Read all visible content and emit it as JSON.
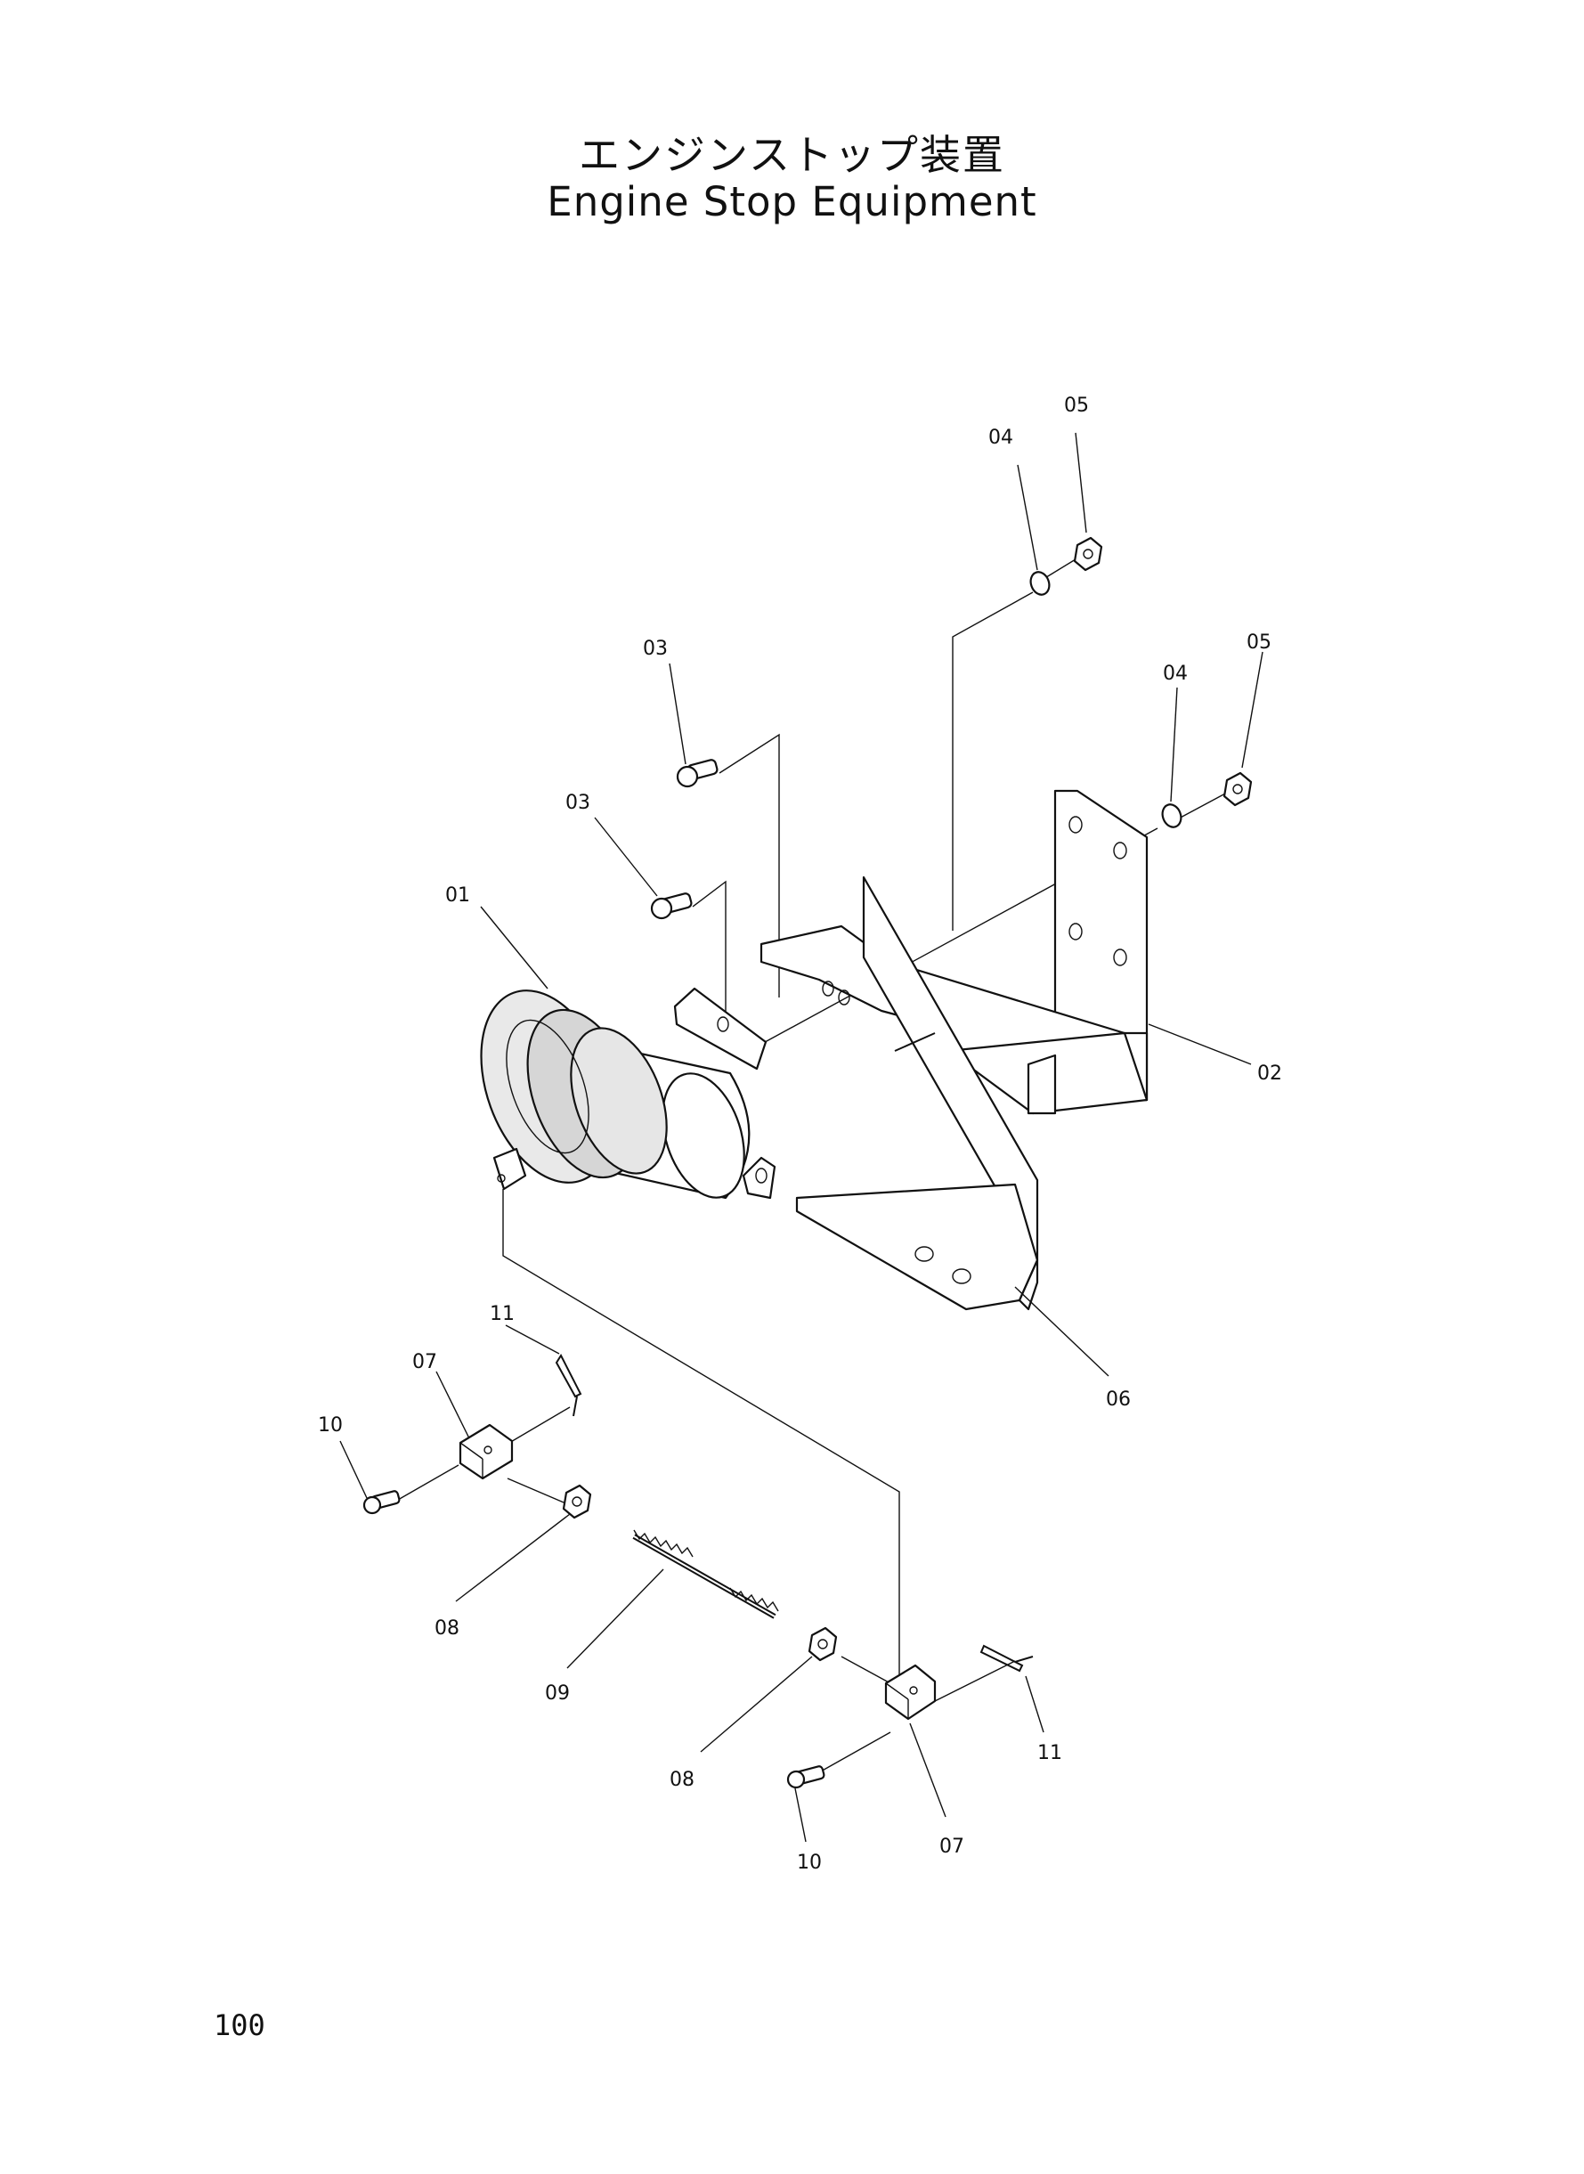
{
  "title": {
    "jp": "エンジンストップ装置",
    "en": "Engine Stop Equipment"
  },
  "page_number": "100",
  "callouts": {
    "c01": "01",
    "c02": "02",
    "c03a": "03",
    "c03b": "03",
    "c04a": "04",
    "c04b": "04",
    "c05a": "05",
    "c05b": "05",
    "c06": "06",
    "c07a": "07",
    "c07b": "07",
    "c08a": "08",
    "c08b": "08",
    "c09": "09",
    "c10a": "10",
    "c10b": "10",
    "c11a": "11",
    "c11b": "11"
  }
}
